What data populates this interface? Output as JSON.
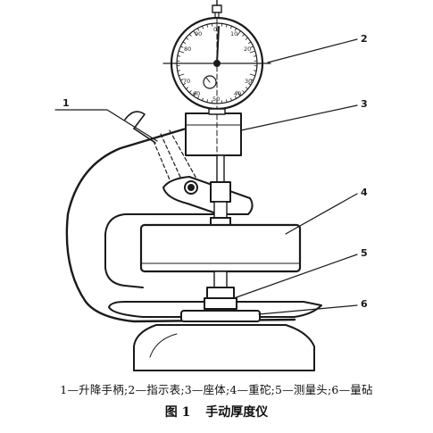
{
  "dial_numbers": [
    "0",
    "90",
    "10",
    "80",
    "20",
    "70",
    "30",
    "60",
    "40",
    "50"
  ],
  "callouts": [
    "1",
    "2",
    "3",
    "4",
    "5",
    "6"
  ],
  "legend": "1—升降手柄;2—指示表;3—座体;4—重砣;5—测量头;6—量砧",
  "caption": {
    "figure_no": "图 1",
    "title": "手动厚度仪"
  }
}
